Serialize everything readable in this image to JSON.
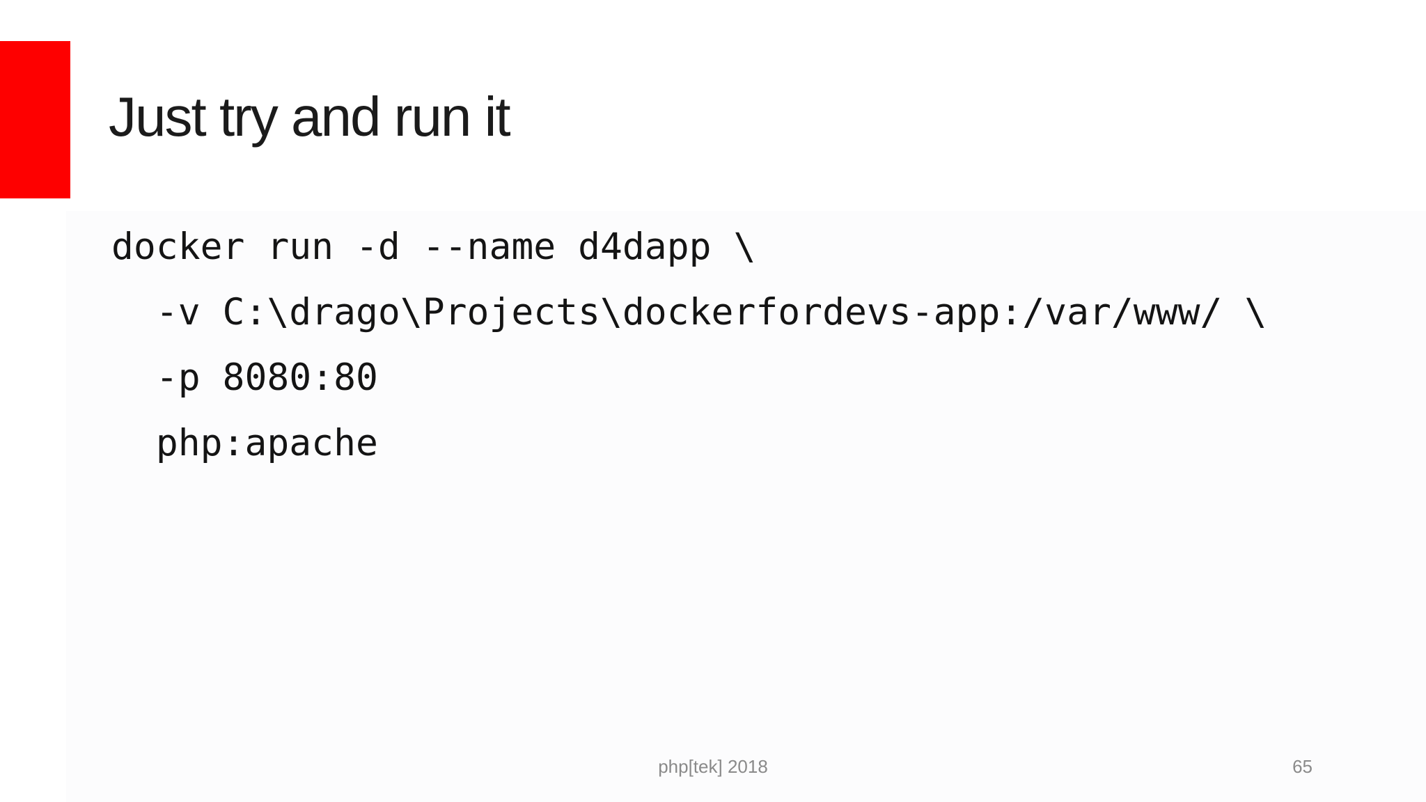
{
  "slide": {
    "title": "Just try and run it",
    "code_lines": [
      "docker run -d --name d4dapp \\",
      "  -v C:\\drago\\Projects\\dockerfordevs-app:/var/www/ \\",
      "  -p 8080:80",
      "  php:apache"
    ],
    "footer": {
      "event": "php[tek] 2018",
      "page_number": "65"
    },
    "colors": {
      "accent_red": "#FE0000",
      "panel_background": "#FCFCFD",
      "code_text": "#141414",
      "title_text": "#1B1B1B",
      "footer_text": "#8A8A8A"
    }
  }
}
